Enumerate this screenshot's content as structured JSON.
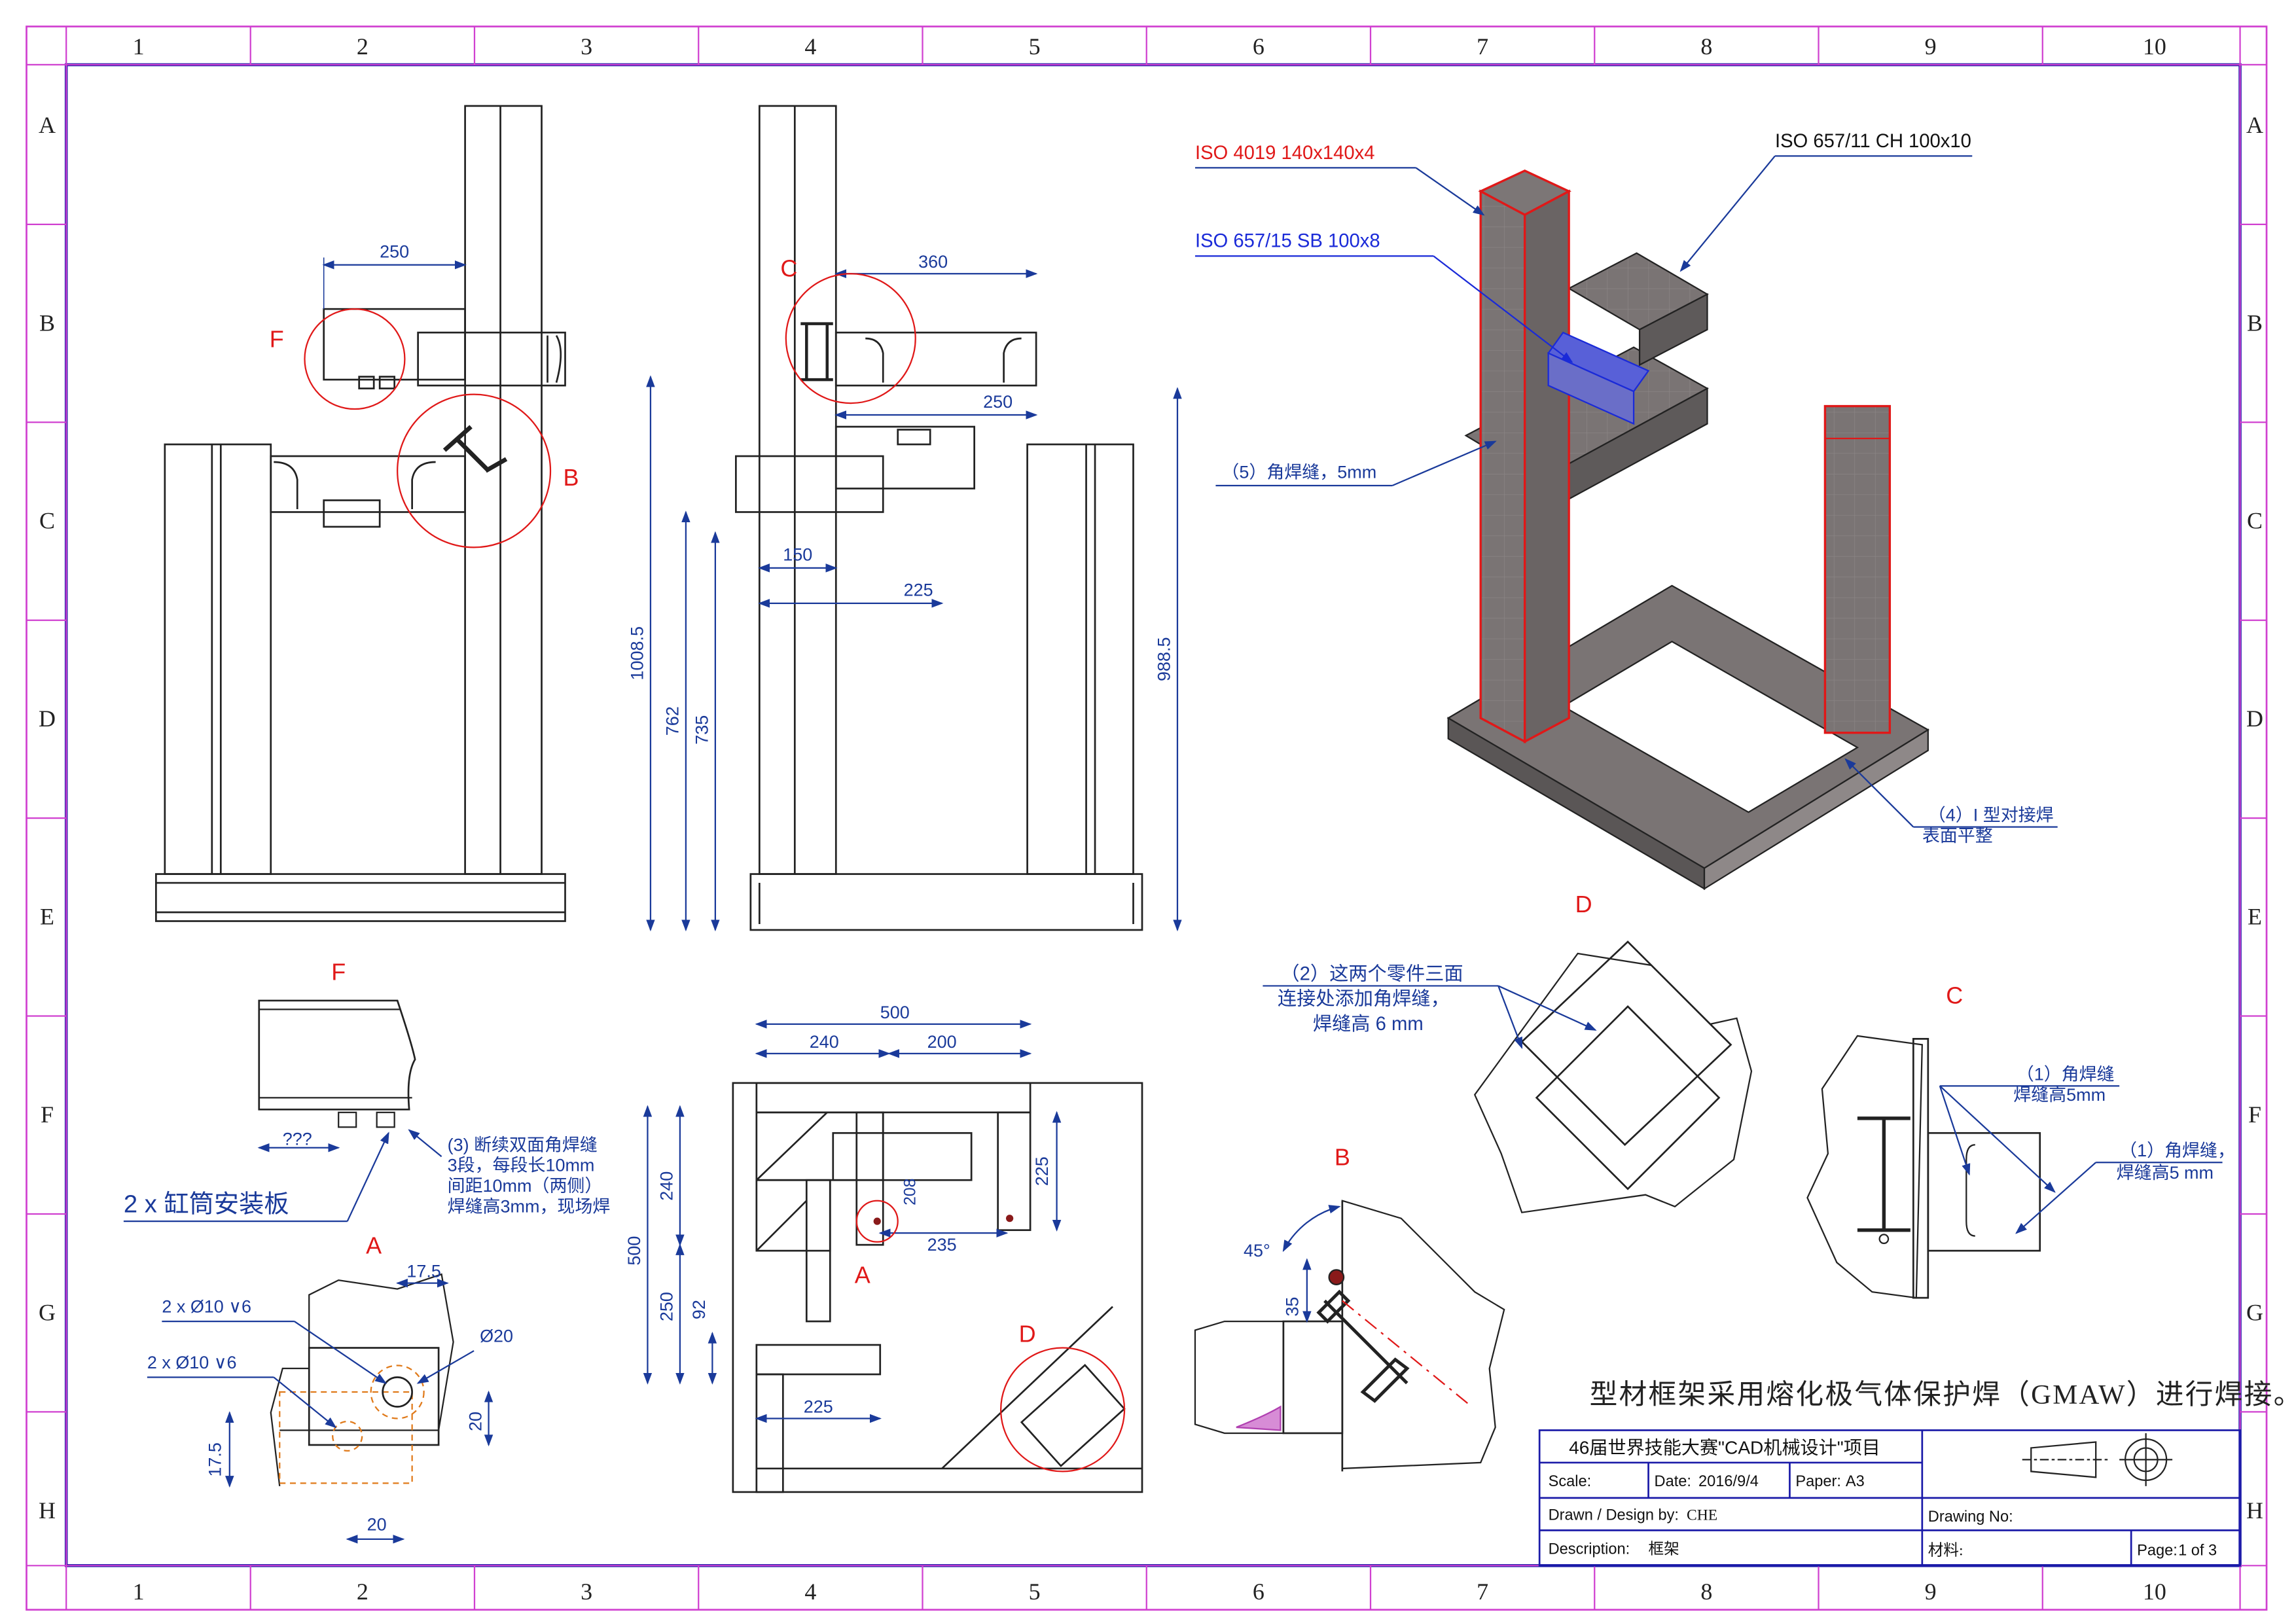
{
  "border": {
    "columns": [
      "1",
      "2",
      "3",
      "4",
      "5",
      "6",
      "7",
      "8",
      "9",
      "10"
    ],
    "rows": [
      "A",
      "B",
      "C",
      "D",
      "E",
      "F",
      "G",
      "H"
    ]
  },
  "colors": {
    "frame": "#d040d0",
    "border": "#1a1aa8",
    "dim": "#1a3a9a",
    "red": "#e01818",
    "blue": "#1a2ad8",
    "steel": "#6e6a6a"
  },
  "front_view": {
    "dim_top": "250",
    "label_F": "F",
    "label_B": "B"
  },
  "side_view": {
    "label_C": "C",
    "dim_top": "360",
    "dim_250": "250",
    "dim_150": "150",
    "dim_225": "225",
    "dim_1008": "1008.5",
    "dim_762": "762",
    "dim_735": "735",
    "dim_988": "988.5"
  },
  "iso_view": {
    "label_tube": "ISO 4019 140x140x4",
    "label_channel": "ISO 657/11 CH 100x10",
    "label_beam": "ISO 657/15 SB 100x8",
    "note5": "（5）角焊缝，5mm",
    "note4_l1": "（4）I 型对接焊",
    "note4_l2": "表面平整",
    "label_D": "D"
  },
  "detail_F": {
    "title": "F",
    "dim": "???",
    "note_l1": "(3) 断续双面角焊缝",
    "note_l2": "3段，每段长10mm",
    "note_l3": "间距10mm（两侧）",
    "note_l4": "焊缝高3mm，现场焊",
    "big": "2 x 缸筒安装板"
  },
  "detail_A": {
    "title": "A",
    "dim_175_top": "17.5",
    "hole1": "2 x Ø10 ∨6",
    "hole2": "2 x Ø10 ∨6",
    "dia": "Ø20",
    "dim_20_r": "20",
    "dim_175_l": "17.5",
    "dim_20_b": "20"
  },
  "plan_view": {
    "d500": "500",
    "d240": "240",
    "d200": "200",
    "d225v": "225",
    "d208": "208",
    "d235": "235",
    "d500v": "500",
    "d240v": "240",
    "d250v": "250",
    "d92": "92",
    "d225h": "225",
    "label_A": "A",
    "label_D": "D"
  },
  "detail_D": {
    "note_l1": "（2）这两个零件三面",
    "note_l2": "连接处添加角焊缝，",
    "note_l3": "焊缝高 6 mm"
  },
  "detail_C": {
    "title": "C",
    "n1_l1": "（1）角焊缝",
    "n1_l2": "焊缝高5mm",
    "n2_l1": "（1）角焊缝，",
    "n2_l2": "焊缝高5 mm"
  },
  "detail_B": {
    "title": "B",
    "angle": "45°",
    "d35": "35"
  },
  "general_note": "型材框架采用熔化极气体保护焊（GMAW）进行焊接。",
  "title_block": {
    "project": "46届世界技能大赛\"CAD机械设计\"项目",
    "scale_label": "Scale:",
    "date_label": "Date:",
    "date": "2016/9/4",
    "paper_label": "Paper:",
    "paper": "A3",
    "drawn_label": "Drawn / Design by:",
    "drawn": "CHE",
    "drawing_no_label": "Drawing No:",
    "desc_label": "Description:",
    "desc": "框架",
    "material_label": "材料:",
    "page_label": "Page:",
    "page": "1 of 3"
  }
}
